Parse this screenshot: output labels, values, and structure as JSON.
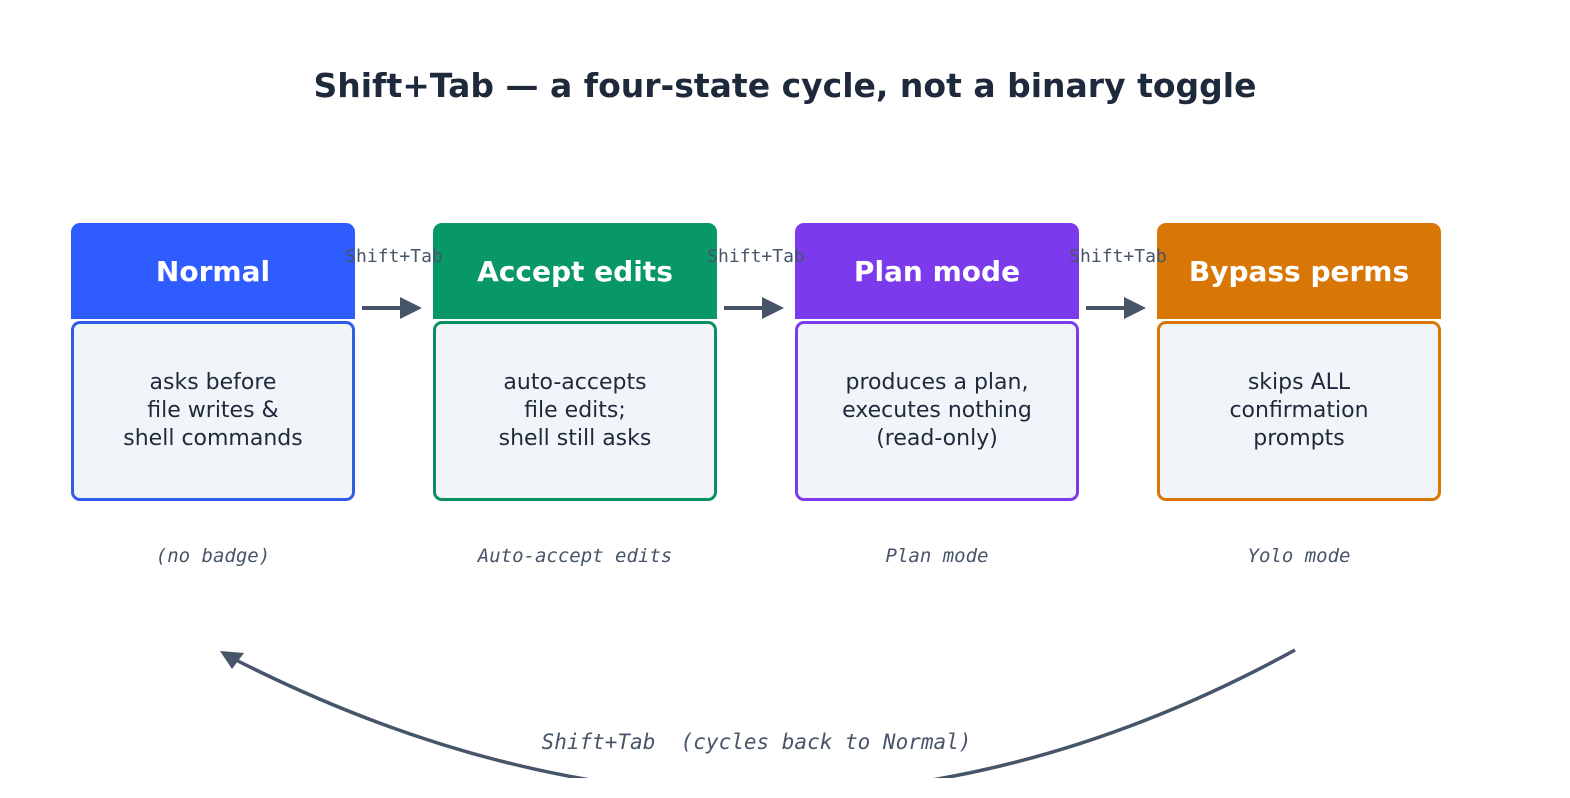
{
  "title": "Shift+Tab — a four-state cycle, not a binary toggle",
  "states": [
    {
      "name": "Normal",
      "color": "#2f5cff",
      "border": "#2f5ce8",
      "description": [
        "asks before",
        "file writes &",
        "shell commands"
      ],
      "badge": "(no badge)"
    },
    {
      "name": "Accept edits",
      "color": "#089868",
      "border": "#0a8f63",
      "description": [
        "auto-accepts",
        "file edits;",
        "shell still asks"
      ],
      "badge": "Auto-accept edits"
    },
    {
      "name": "Plan mode",
      "color": "#7c3aed",
      "border": "#7c3aed",
      "description": [
        "produces a plan,",
        "executes nothing",
        "(read-only)"
      ],
      "badge": "Plan mode"
    },
    {
      "name": "Bypass perms",
      "color": "#d97706",
      "border": "#d97706",
      "description": [
        "skips ALL",
        "confirmation",
        "prompts"
      ],
      "badge": "Yolo mode"
    }
  ],
  "transitions": [
    "Shift+Tab",
    "Shift+Tab",
    "Shift+Tab"
  ],
  "return_transition": {
    "key": "Shift+Tab",
    "note": "(cycles back to Normal)"
  },
  "arrow_color": "#475569"
}
